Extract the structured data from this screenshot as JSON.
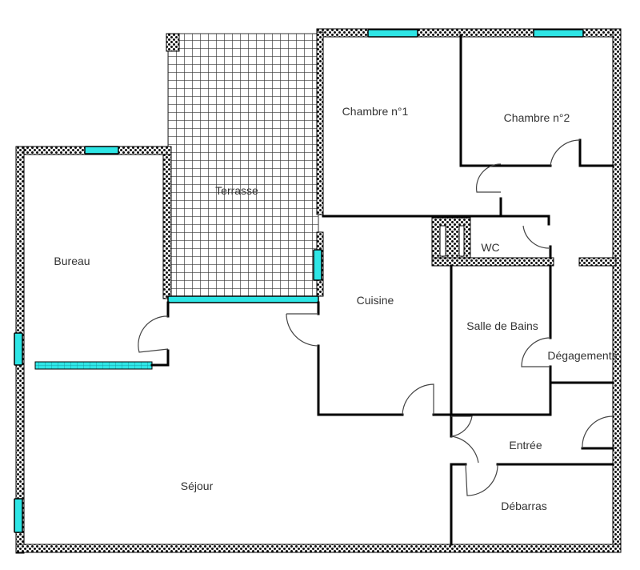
{
  "plan": {
    "colors": {
      "wall_line": "#000000",
      "window_fill": "#2ee6e6",
      "background": "#ffffff",
      "label_text": "#333333"
    },
    "rooms": [
      {
        "id": "terrasse",
        "label": "Terrasse"
      },
      {
        "id": "chambre1",
        "label": "Chambre n°1"
      },
      {
        "id": "chambre2",
        "label": "Chambre n°2"
      },
      {
        "id": "bureau",
        "label": "Bureau"
      },
      {
        "id": "cuisine",
        "label": "Cuisine"
      },
      {
        "id": "wc",
        "label": "WC"
      },
      {
        "id": "salle_de_bains",
        "label": "Salle de Bains"
      },
      {
        "id": "degagements",
        "label": "Dégagements"
      },
      {
        "id": "entree",
        "label": "Entrée"
      },
      {
        "id": "debarras",
        "label": "Débarras"
      },
      {
        "id": "sejour",
        "label": "Séjour"
      }
    ]
  }
}
